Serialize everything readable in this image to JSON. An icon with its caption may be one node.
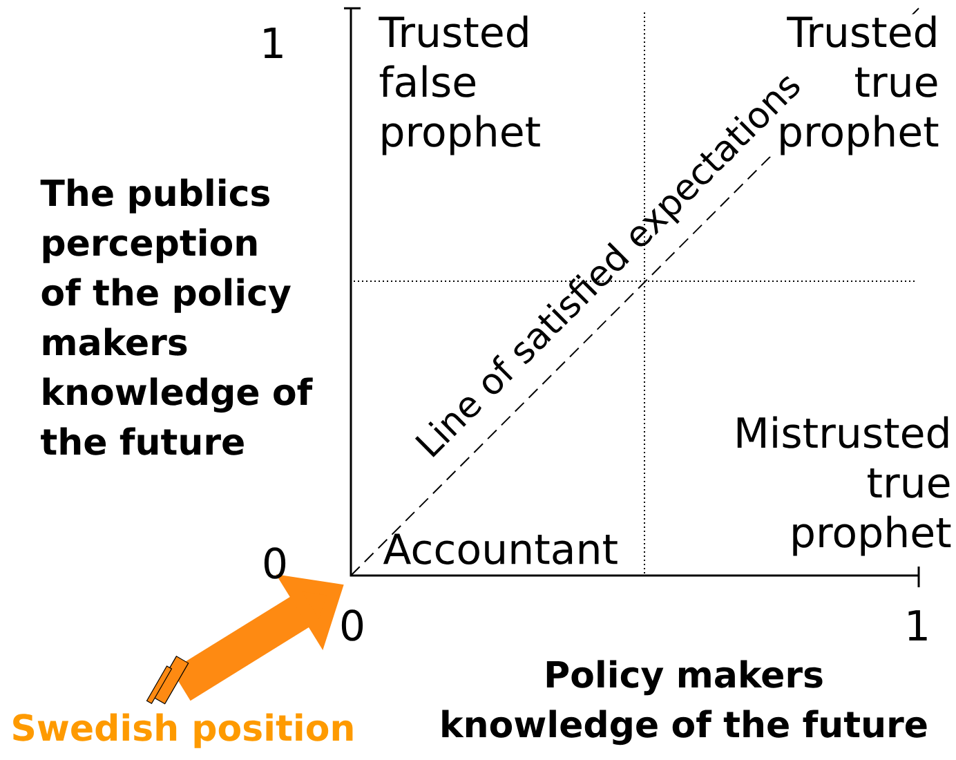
{
  "diagram": {
    "labels": [
      "1",
      "Trusted false prophet",
      "Trusted true prophet",
      "The publics perception of the policy makers knowledge of the future",
      "Line of satisfied expectations",
      "Mistrusted true prophet",
      "0",
      "Accountant",
      "0",
      "1",
      "Policy makers knowledge of the future",
      "Swedish position"
    ]
  }
}
